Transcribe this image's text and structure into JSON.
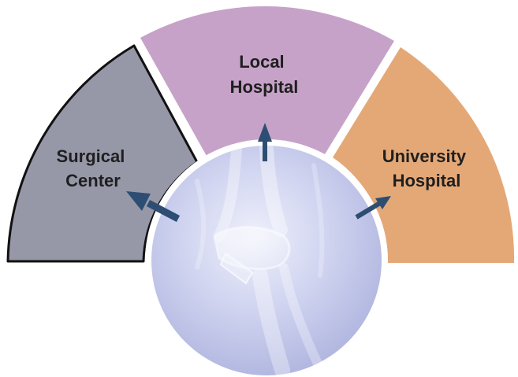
{
  "segments": [
    {
      "id": "surgical",
      "lines": [
        "Surgical",
        "Center"
      ],
      "color": "#9698a8"
    },
    {
      "id": "local",
      "lines": [
        "Local",
        "Hospital"
      ],
      "color": "#c6a2c8"
    },
    {
      "id": "university",
      "lines": [
        "University",
        "Hospital"
      ],
      "color": "#e4a877"
    }
  ],
  "colors": {
    "arrow": "#2d4e72",
    "center_fill": "#bcc0e6",
    "center_fill_light": "#e9ebf8",
    "outline": "#111111"
  },
  "center": {
    "image": "knee-joint-xray-illustration"
  }
}
